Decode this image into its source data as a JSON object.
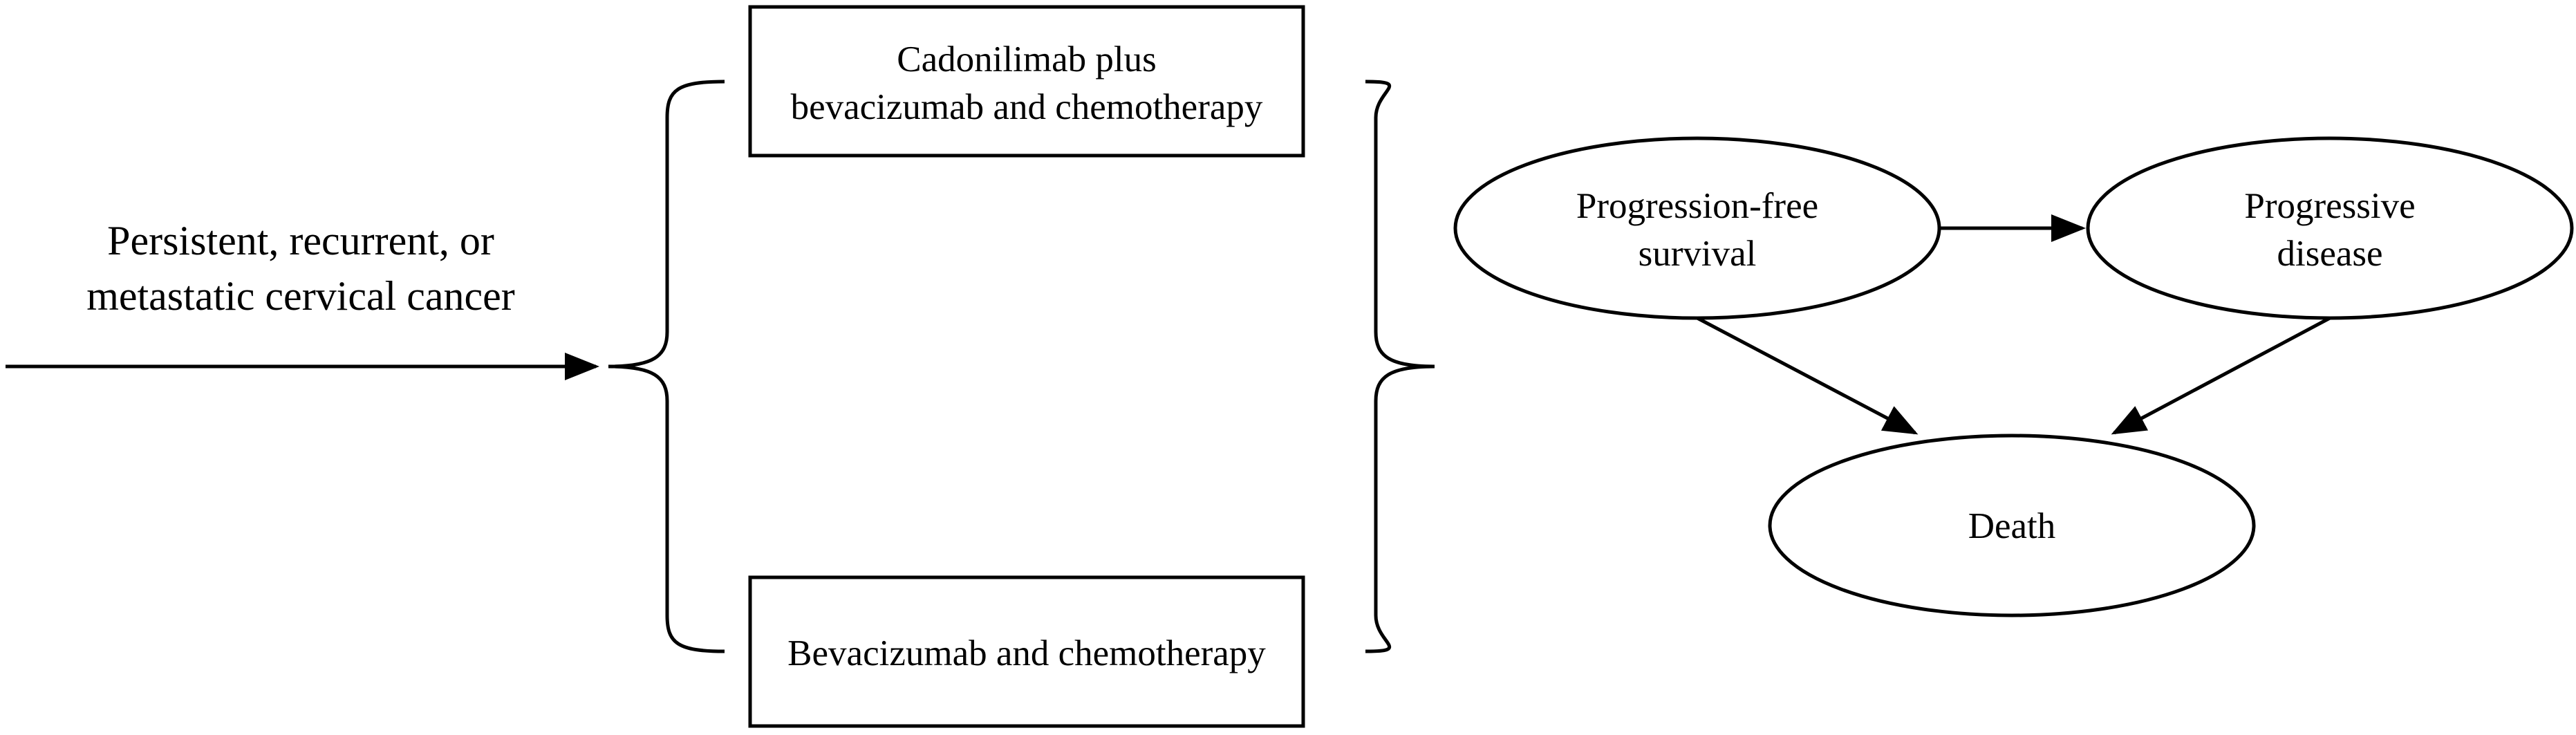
{
  "population": {
    "line1": "Persistent, recurrent, or",
    "line2": "metastatic cervical cancer"
  },
  "treatment_arms": [
    {
      "line1": "Cadonilimab plus",
      "line2": "bevacizumab and chemotherapy"
    },
    {
      "line1": "Bevacizumab and chemotherapy"
    }
  ],
  "health_states": {
    "progression_free": {
      "line1": "Progression-free",
      "line2": "survival"
    },
    "progressive_disease": {
      "line1": "Progressive",
      "line2": "disease"
    },
    "death": {
      "line1": "Death"
    }
  },
  "colors": {
    "line": "#000000",
    "fill": "#ffffff",
    "text": "#000000"
  }
}
